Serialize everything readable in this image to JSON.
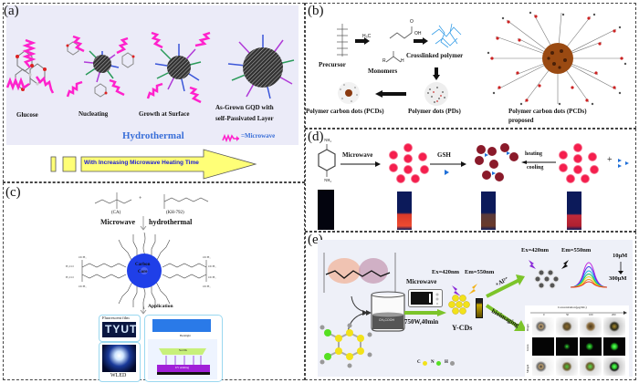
{
  "panels": {
    "a": {
      "label": "(a)",
      "stages": [
        "Glucose",
        "Nucleating",
        "Growth at Surface",
        "As-Grown GQD with",
        "self-Passivated Layer"
      ],
      "method": "Hydrothermal",
      "legend_microwave": "=Microwave",
      "arrow_text": "With Increasing Microwave Heating Time",
      "colors": {
        "background": "#ebebf8",
        "microwave": "#ff22cc",
        "method": "#3a6fd8",
        "arrow_fill": "#ffff77",
        "arrow_text": "#1a1ad8"
      }
    },
    "b": {
      "label": "(b)",
      "precursor": "Precursor",
      "monomers": "Monomers",
      "crosslinked": "Crosslinked polymer",
      "pds": "Polymer dots (PDs)",
      "pcds": "Polymer carbon dots (PCDs)",
      "pcds_proposed_1": "Polymer carbon dots (PCDs)",
      "pcds_proposed_2": "proposed",
      "chem_h3c": "H₃C",
      "chem_oh": "OH",
      "chem_o": "O",
      "chem_r": "R",
      "chem_h": "H"
    },
    "c": {
      "label": "(c)",
      "reagent1": "(CA)",
      "reagent2": "(KH-792)",
      "plus": "+",
      "step1_left": "Microwave",
      "step1_right": "hydrothermal",
      "core_line1": "Carbon",
      "core_line2": "Core",
      "application": "Application",
      "film_label": "Fluorescent film",
      "film_text": "TYUT",
      "wled": "WLED",
      "backlight": "Backlight",
      "cds": "Si-CDs",
      "uv": "UV emitting",
      "colors": {
        "core": "#1f3fe8",
        "frame": "#9ad8f0"
      }
    },
    "d": {
      "label": "(d)",
      "nh2": "NH₂",
      "step1": "Microwave",
      "step2": "GSH",
      "step3a": "heating",
      "step3b": "cooling",
      "plus": "+",
      "colors": {
        "dot": "#ef1c4a",
        "dot_quenched": "#8a1a2a",
        "gsh": "#1f6fd8"
      }
    },
    "e": {
      "label": "(e)",
      "microwave": "Microwave",
      "condition": "750W,40min",
      "ex1": "Ex=420nm",
      "em1": "Em=550nm",
      "ex2": "Ex=420nm",
      "em2": "Em=550nm",
      "al": "+Al³⁺",
      "ycds": "Y-CDs",
      "bioimaging": "bioimaging",
      "conc_top": "10μM",
      "conc_bottom": "300μM",
      "solvent": "CH₃COOH",
      "legend_c": "C",
      "legend_n": "N",
      "legend_h": "H",
      "grid_title": "Concentration(μg/mL)",
      "grid_rows": [
        "Bright",
        "Green",
        "Merged"
      ],
      "grid_cols": [
        "0",
        "50",
        "100",
        "200"
      ],
      "colors": {
        "background": "#eef0f8",
        "arrow": "#7cc42a",
        "yellow": "#f2e21a",
        "n": "#55e022"
      }
    }
  }
}
